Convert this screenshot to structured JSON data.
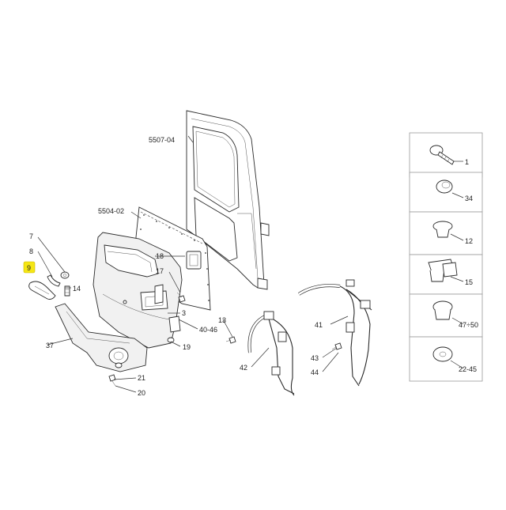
{
  "diagram": {
    "assembly_labels": {
      "door": "5507-04",
      "inner_panel": "5504-02"
    },
    "callouts": [
      {
        "id": "c7",
        "text": "7"
      },
      {
        "id": "c8",
        "text": "8"
      },
      {
        "id": "c9",
        "text": "9",
        "highlighted": true
      },
      {
        "id": "c14",
        "text": "14"
      },
      {
        "id": "c18",
        "text": "18"
      },
      {
        "id": "c17",
        "text": "17"
      },
      {
        "id": "c3",
        "text": "3"
      },
      {
        "id": "c40_46",
        "text": "40-46"
      },
      {
        "id": "c19",
        "text": "19"
      },
      {
        "id": "c37",
        "text": "37"
      },
      {
        "id": "c21",
        "text": "21"
      },
      {
        "id": "c20",
        "text": "20"
      },
      {
        "id": "c13",
        "text": "13"
      },
      {
        "id": "c42",
        "text": "42"
      },
      {
        "id": "c41",
        "text": "41"
      },
      {
        "id": "c43",
        "text": "43"
      },
      {
        "id": "c44",
        "text": "44"
      }
    ],
    "legend_items": [
      {
        "id": "l1",
        "text": "1",
        "icon": "screw-icon"
      },
      {
        "id": "l34",
        "text": "34",
        "icon": "bushing-icon"
      },
      {
        "id": "l12",
        "text": "12",
        "icon": "plug-icon"
      },
      {
        "id": "l15",
        "text": "15",
        "icon": "clip-icon"
      },
      {
        "id": "l47_50",
        "text": "47÷50",
        "icon": "rivet-icon"
      },
      {
        "id": "l22_45",
        "text": "22-45",
        "icon": "washer-icon"
      }
    ],
    "highlight_color": "#f5e614"
  }
}
